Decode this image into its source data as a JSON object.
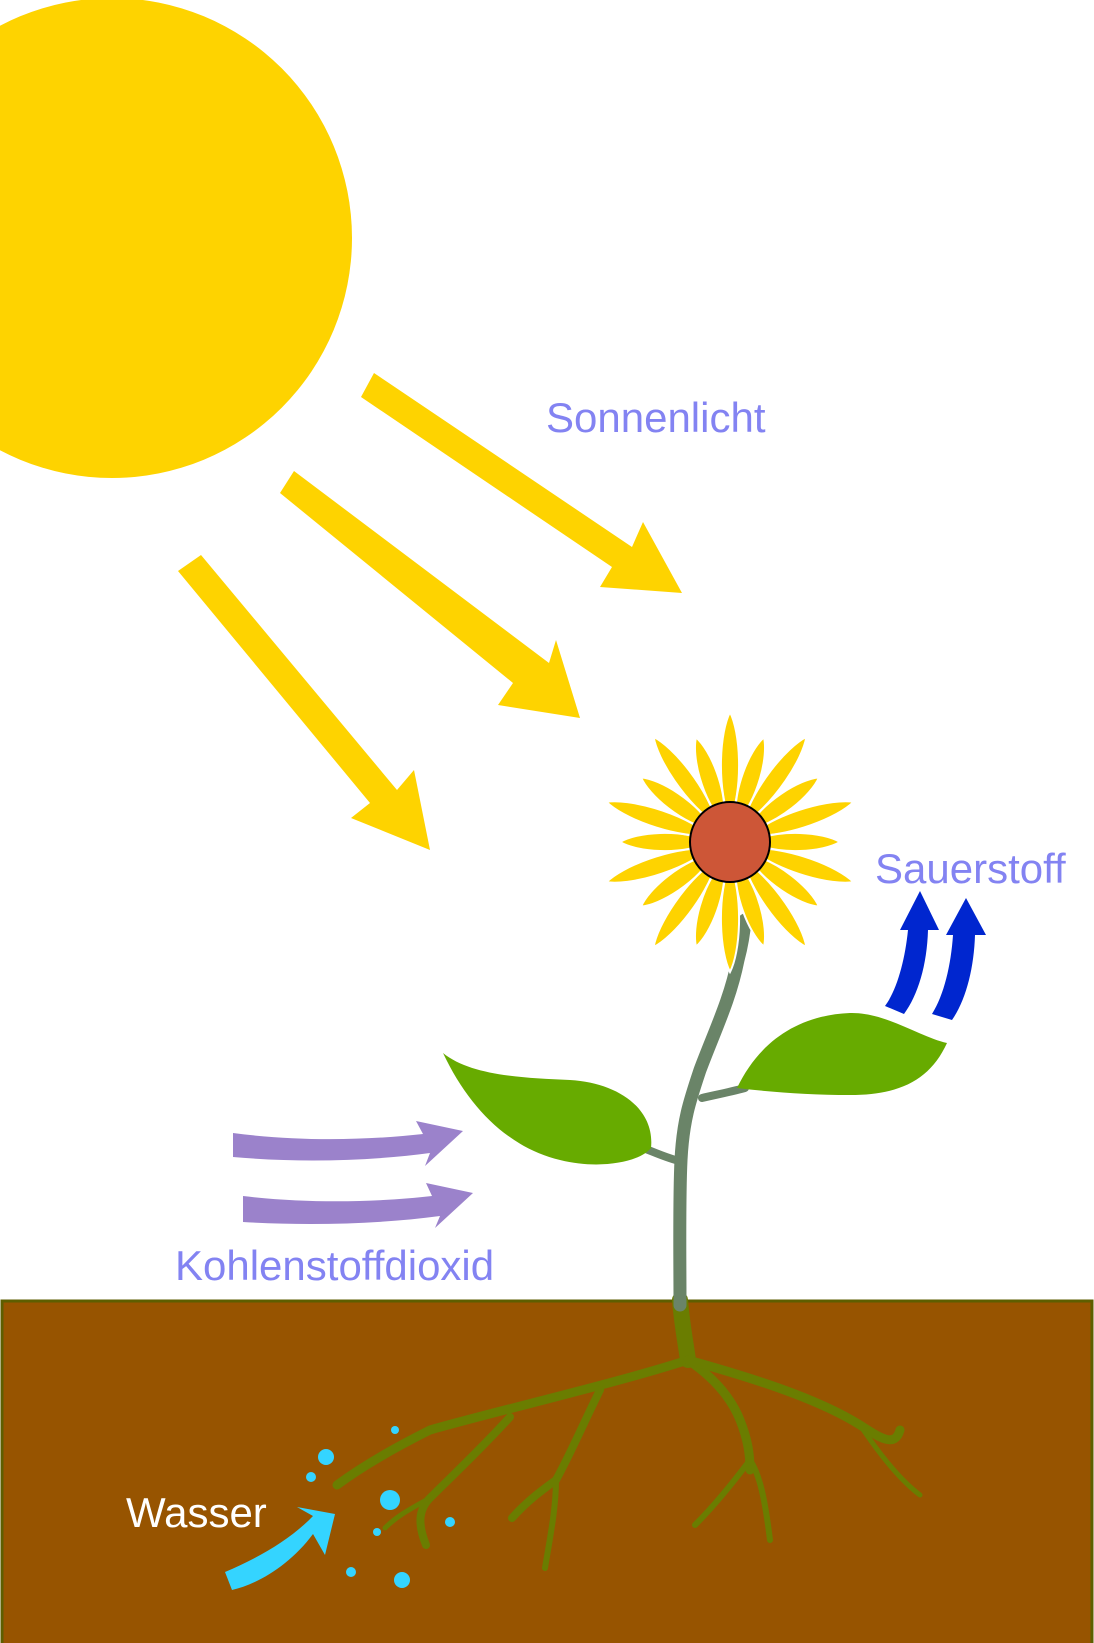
{
  "labels": {
    "sunlight": "Sonnenlicht",
    "oxygen": "Sauerstoff",
    "carbon_dioxide": "Kohlenstoffdioxid",
    "water": "Wasser"
  },
  "colors": {
    "sun": "#fed300",
    "petal": "#fed300",
    "flower_center": "#cd5637",
    "stem": "#6a8468",
    "leaf": "#67ab00",
    "soil": "#975400",
    "soil_border": "#5e5e00",
    "root": "#6a7d00",
    "oxygen_arrow": "#0026cf",
    "co2_arrow": "#9b82cb",
    "water": "#34d4ff",
    "label_purple": "#8383f2",
    "label_white": "#ffffff"
  },
  "icons": {
    "sun": "sun-icon",
    "sunflower": "sunflower-icon"
  }
}
